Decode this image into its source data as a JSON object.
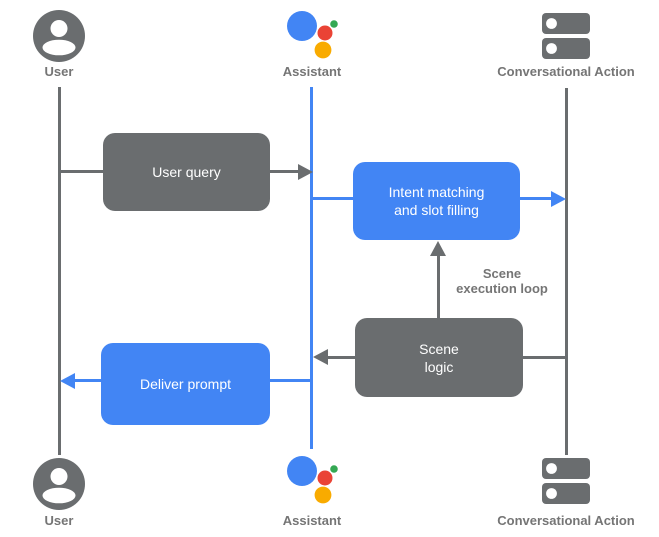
{
  "diagram": {
    "type": "sequence-flow",
    "actors": {
      "user": {
        "label": "User",
        "icon": "person-circle-icon"
      },
      "assistant": {
        "label": "Assistant",
        "icon": "google-assistant-icon"
      },
      "conversational_action": {
        "label": "Conversational Action",
        "icon": "server-stack-icon"
      }
    },
    "boxes": {
      "user_query": {
        "label": "User query"
      },
      "intent_matching": {
        "line1": "Intent matching",
        "line2": "and slot filling"
      },
      "scene_logic": {
        "line1": "Scene",
        "line2": "logic"
      },
      "deliver_prompt": {
        "label": "Deliver prompt"
      }
    },
    "annotations": {
      "scene_execution_loop": {
        "line1": "Scene",
        "line2": "execution loop"
      }
    },
    "flows": [
      {
        "from": "User",
        "to": "Assistant",
        "via": "User query",
        "color": "gray"
      },
      {
        "from": "Assistant",
        "to": "Conversational Action",
        "via": "Intent matching and slot filling",
        "color": "blue"
      },
      {
        "from": "Scene logic",
        "to": "Intent matching and slot filling",
        "label": "Scene execution loop",
        "color": "gray"
      },
      {
        "from": "Conversational Action",
        "to": "Assistant",
        "via": "Scene logic",
        "color": "gray"
      },
      {
        "from": "Assistant",
        "to": "User",
        "via": "Deliver prompt",
        "color": "blue"
      }
    ]
  },
  "palette": {
    "blue": "#4285F4",
    "gray": "#6A6D6F",
    "label_gray": "#757575",
    "red": "#EA4335",
    "green": "#34A853",
    "yellow": "#F9AB00",
    "white": "#FFFFFF",
    "background": "#FFFFFF"
  }
}
